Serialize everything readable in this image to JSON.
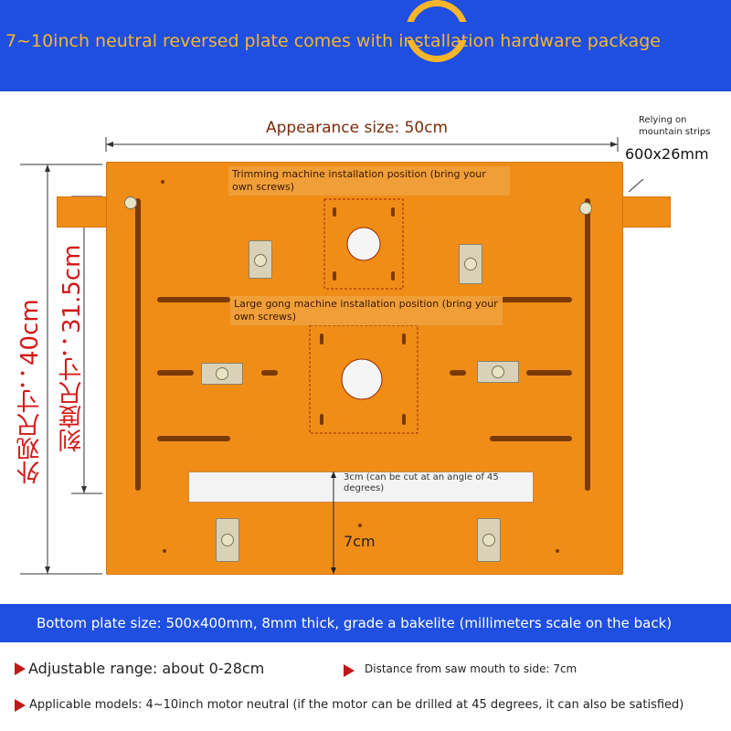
{
  "header": {
    "title": "7~10inch neutral reversed plate comes with installation hardware package"
  },
  "dimensions": {
    "appearance_size": "Appearance size: 50cm",
    "relying_on": "Relying on mountain strips",
    "strip_size": "600x26mm",
    "outer_height": "外观尺寸：40cm",
    "scale_height": "刻度尺寸：31.5cm",
    "cut_depth_note": "3cm (can be cut at an angle of 45 degrees)",
    "saw_distance": "7cm"
  },
  "board": {
    "trimming_note": "Trimming machine installation position (bring your own screws)",
    "gong_note": "Large gong machine installation position (bring your own screws)"
  },
  "footer": {
    "plate_spec": "Bottom plate size: 500x400mm, 8mm thick, grade a bakelite (millimeters scale on the back)",
    "adjustable_range": "Adjustable range: about 0-28cm",
    "saw_mouth": "Distance from saw mouth to side: 7cm",
    "applicable_models": "Applicable models: 4~10inch motor neutral (if the motor can be drilled at 45 degrees, it can also be satisfied)"
  },
  "colors": {
    "banner_blue": "#1f4fe0",
    "title_orange": "#f7b52a",
    "board_orange": "#f08d17",
    "label_red": "#d21818"
  }
}
